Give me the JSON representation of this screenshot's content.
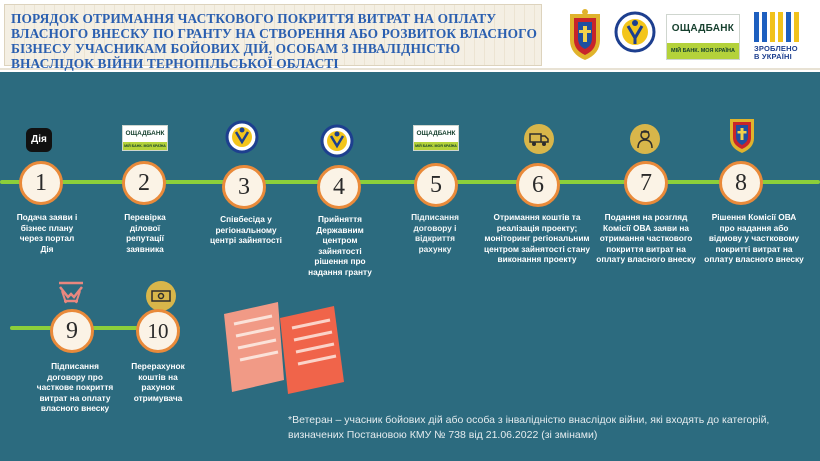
{
  "header": {
    "title": "Порядок отримання часткового покриття витрат на оплату власного внеску по гранту на створення або розвиток власного бізнесу учасникам бойових дій, особам з інвалідністю внаслідок війни Тернопільської області"
  },
  "logos": {
    "bank_name": "ОЩАДБАНК",
    "bank_slogan": "МІЙ БАНК. МОЯ КРАЇНА",
    "made_line1": "ЗРОБЛЕНО",
    "made_line2": "В УКРАЇНІ"
  },
  "icons": {
    "dia": "Дія"
  },
  "steps": [
    {
      "num": "1",
      "text": "Подача заяви і бізнес плану через портал Дія",
      "icon": "dia-app-icon"
    },
    {
      "num": "2",
      "text": "Перевірка ділової репутації заявника",
      "icon": "oschadbank-icon"
    },
    {
      "num": "3",
      "text": "Співбесіда у регіональному центрі зайнятості",
      "icon": "employment-service-icon"
    },
    {
      "num": "4",
      "text": "Прийняття Державним центром зайнятості рішення про надання гранту",
      "icon": "employment-service-icon"
    },
    {
      "num": "5",
      "text": "Підписання договору і відкриття рахунку",
      "icon": "oschadbank-icon"
    },
    {
      "num": "6",
      "text": "Отримання коштів та реалізація проекту; моніторинг регіональним центром зайнятості стану виконання проекту",
      "icon": "truck-icon"
    },
    {
      "num": "7",
      "text": "Подання на розгляд Комісії ОВА заяви на отримання часткового покриття витрат на оплату власного внеску",
      "icon": "veteran-icon"
    },
    {
      "num": "8",
      "text": "Рішення Комісії ОВА про надання або відмову у частковому покритті витрат на оплату власного внеску",
      "icon": "ternopil-coat-icon"
    },
    {
      "num": "9",
      "text": "Підписання договору про часткове покриття витрат на оплату власного внеску",
      "icon": "handshake-icon"
    },
    {
      "num": "10",
      "text": "Перерахунок коштів на рахунок отримувача",
      "icon": "money-icon"
    }
  ],
  "footnote": "*Ветеран – учасник бойових дій або особа з інвалідністю внаслідок війни, які входять до категорій, визначених Постановою КМУ № 738 від 21.06.2022 (зі змінами)",
  "colors": {
    "background": "#2c6b7f",
    "line": "#8ccf3a",
    "circle_border": "#e98a3a",
    "title": "#2a5fb0"
  }
}
